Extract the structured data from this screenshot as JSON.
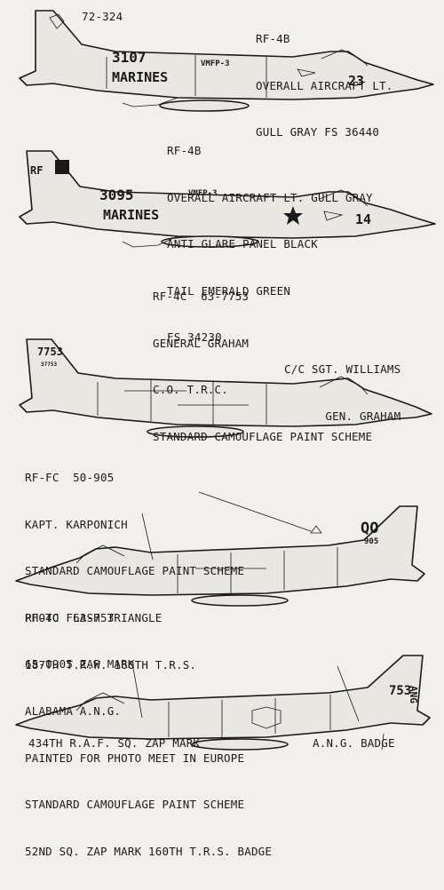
{
  "profiles": [
    {
      "serial": "72-324",
      "notes": [
        "RF-4B",
        "OVERALL AIRCRAFT LT.",
        "GULL GRAY FS 36440"
      ],
      "markings": {
        "number": "3107",
        "unit": "VMFP-3",
        "service": "MARINES",
        "modex": "23"
      }
    },
    {
      "notes": [
        "RF-4B",
        "OVERALL AIRCRAFT LT. GULL GRAY",
        "ANTI GLARE PANEL BLACK",
        "TAIL EMERALD GREEN",
        "FS 34230"
      ],
      "markings": {
        "tail_code": "RF",
        "number": "3095",
        "unit": "VMFP-3",
        "service": "MARINES",
        "modex": "14"
      }
    },
    {
      "notes": [
        "RF-4C  63-7753",
        "GENERAL GRAHAM",
        "C.O. T.R.C.",
        "STANDARD CAMOUFLAGE PAINT SCHEME"
      ],
      "credits": [
        "C/C SGT. WILLIAMS",
        "GEN. GRAHAM"
      ],
      "markings": {
        "tail_number": "7753",
        "tail_sub": "37753"
      }
    },
    {
      "notes": [
        "RF-FC  50-905",
        "KAPT. KARPONICH",
        "STANDARD CAMOUFLAGE PAINT SCHEME",
        "PHOTO FLASH TRIANGLE",
        "65-0905 ZAP MARK"
      ],
      "markings": {
        "tail_code": "QO",
        "tail_number": "905"
      }
    },
    {
      "notes": [
        "RF-4C  63-753",
        "187th T.R.W. 160th T.R.S.",
        "ALABAMA A.N.G.",
        "PAINTED FOR PHOTO MEET IN EUROPE",
        "STANDARD CAMOUFLAGE PAINT SCHEME",
        "52nd SQ. ZAP MARK 160th T.R.S. BADGE"
      ],
      "callouts": [
        "434th R.A.F. SQ. ZAP MARK",
        "A.N.G. BADGE"
      ],
      "markings": {
        "tail_number": "753",
        "tail_code": "ANG"
      }
    }
  ]
}
